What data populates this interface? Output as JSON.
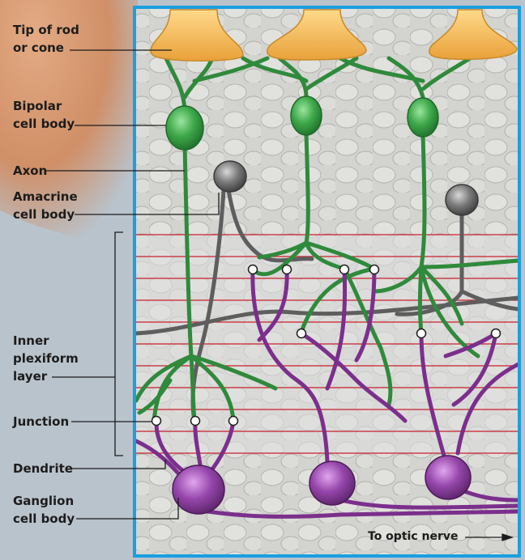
{
  "labels": {
    "tip": [
      "Tip of rod",
      "or cone"
    ],
    "bipolar": [
      "Bipolar",
      "cell body"
    ],
    "axon": "Axon",
    "amacrine": [
      "Amacrine",
      "cell body"
    ],
    "ipl": [
      "Inner",
      "plexiform",
      "layer"
    ],
    "junction": "Junction",
    "dendrite": "Dendrite",
    "ganglion": [
      "Ganglion",
      "cell body"
    ],
    "optic": "To optic nerve"
  },
  "colors": {
    "frame": "#1a9fe0",
    "rod_cone": "#f2b94f",
    "bipolar": "#3a9a45",
    "amacrine": "#6d6d6d",
    "ganglion": "#8a3d9a",
    "layer_line": "#c8202a",
    "tissue": "#d0d0cd",
    "skin": "#d79a72"
  }
}
